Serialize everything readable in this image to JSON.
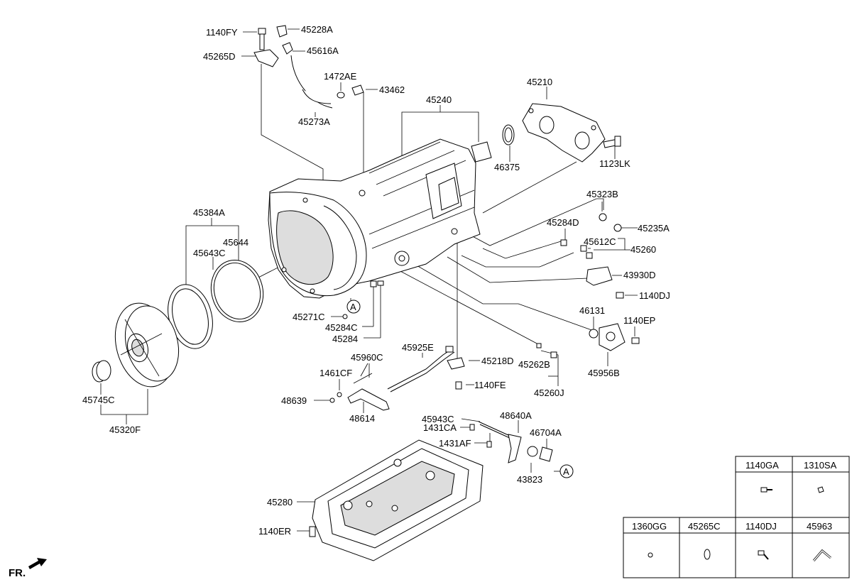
{
  "diagram": {
    "part_labels": [
      "1140FY",
      "45228A",
      "45265D",
      "45616A",
      "1472AE",
      "43462",
      "45273A",
      "45240",
      "45210",
      "46375",
      "1123LK",
      "45323B",
      "45235A",
      "45284D",
      "45612C",
      "45260",
      "43930D",
      "1140DJ",
      "46131",
      "1140EP",
      "45956B",
      "45384A",
      "45643C",
      "45644",
      "45271C",
      "45284C",
      "45284",
      "45745C",
      "45320F",
      "45925E",
      "45218D",
      "45262B",
      "45260J",
      "45960C",
      "1461CF",
      "48639",
      "48614",
      "1140FE",
      "45943C",
      "1431CA",
      "1431AF",
      "48640A",
      "46704A",
      "43823",
      "45280",
      "1140ER"
    ],
    "callout_marker": "A",
    "direction_label": "FR."
  },
  "legend_table": {
    "top_row": [
      "1140GA",
      "1310SA"
    ],
    "bottom_row": [
      "1360GG",
      "45265C",
      "1140DJ",
      "45963"
    ]
  }
}
